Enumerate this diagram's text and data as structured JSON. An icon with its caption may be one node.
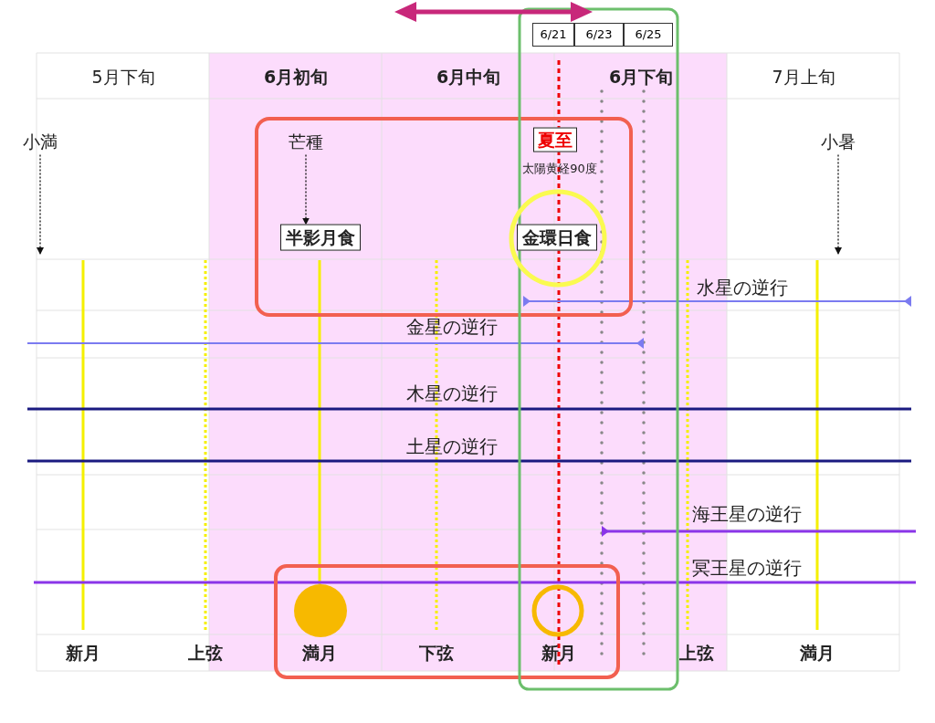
{
  "diagram": {
    "nodes": [
      {
        "text": [
          "小満"
        ]
      },
      {
        "text": [
          "芒種"
        ]
      },
      {
        "text": [
          "夏至"
        ],
        "beside": [
          "太陽黄経90度"
        ]
      },
      {
        "text": [
          "小暑"
        ]
      },
      {
        "text": [
          "半影月食"
        ]
      },
      {
        "text": [
          "金環日食"
        ]
      }
    ],
    "edges": [
      {
        "from": 0,
        "to": null,
        "arrow": "to",
        "style": "dashed"
      },
      {
        "from": 1,
        "to": 4,
        "arrow": "to",
        "style": "dashed"
      },
      {
        "from": 3,
        "to": null,
        "arrow": "to",
        "style": "dashed"
      }
    ],
    "labels": [
      "6/21",
      "6/23",
      "6/25",
      "5月下旬",
      "6月初旬",
      "6月中旬",
      "6月下旬",
      "7月上旬",
      "水星の逆行",
      "金星の逆行",
      "木星の逆行",
      "土星の逆行",
      "海王星の逆行",
      "冥王星の逆行",
      "新月",
      "上弦",
      "満月",
      "下弦",
      "新月",
      "上弦",
      "満月"
    ]
  }
}
